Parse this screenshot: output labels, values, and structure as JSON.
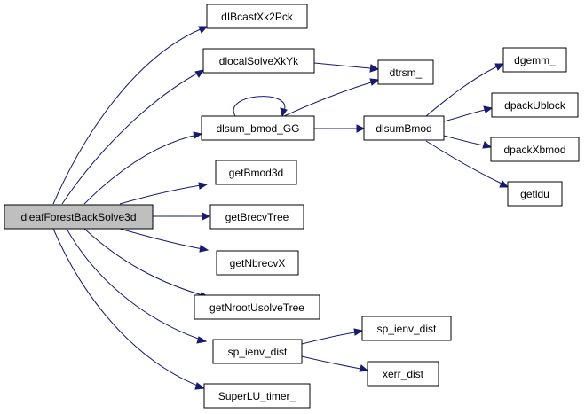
{
  "graph": {
    "nodes": {
      "root": "dleafForestBackSolve3d",
      "dibcast": "dIBcastXk2Pck",
      "dlocalsolve": "dlocalSolveXkYk",
      "dlsum": "dlsum_bmod_GG",
      "getbmod": "getBmod3d",
      "getbrecv": "getBrecvTree",
      "getnbrecv": "getNbrecvX",
      "getnroot": "getNrootUsolveTree",
      "spienv": "sp_ienv_dist",
      "timer": "SuperLU_timer_",
      "dtrsm": "dtrsm_",
      "dlsumbmod": "dlsumBmod",
      "dgemm": "dgemm_",
      "dpackublock": "dpackUblock",
      "dpackxbmod": "dpackXbmod",
      "getldu": "getldu",
      "spienv2": "sp_ienv_dist",
      "xerr": "xerr_dist"
    }
  },
  "colors": {
    "edge": "#191970",
    "root_fill": "#bfbfbf",
    "node_fill": "#ffffff"
  }
}
